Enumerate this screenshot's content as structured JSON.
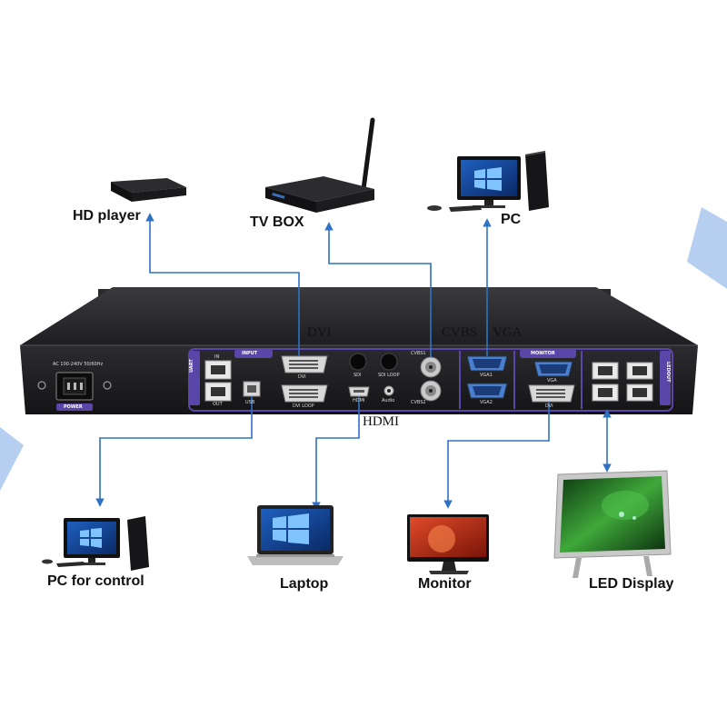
{
  "colors": {
    "connector": "#2f72c4",
    "chassis": "#1c1c1f",
    "chassis_top": "#2a2a2e",
    "panel": "#4a3a8c",
    "accent_triangle": "#8fb6e6"
  },
  "devices": {
    "hd_player": {
      "label": "HD player",
      "icon": "set-top-box-icon"
    },
    "tv_box": {
      "label": "TV BOX",
      "icon": "tv-box-antenna-icon"
    },
    "pc": {
      "label": "PC",
      "icon": "desktop-pc-icon"
    },
    "pc_control": {
      "label": "PC for control",
      "icon": "desktop-pc-icon"
    },
    "laptop": {
      "label": "Laptop",
      "icon": "laptop-icon"
    },
    "monitor": {
      "label": "Monitor",
      "icon": "monitor-icon"
    },
    "led_display": {
      "label": "LED Display",
      "icon": "led-display-icon"
    }
  },
  "ports": {
    "dvi": "DVI",
    "cvbs": "CVBS",
    "vga": "VGA",
    "hdmi": "HDMI"
  },
  "panel": {
    "power_spec": "AC 100-240V 50/60Hz",
    "power": "POWER",
    "uart": "UART",
    "uart_in": "IN",
    "uart_out": "OUT",
    "input": "INPUT",
    "usb": "USB",
    "dvi": "DVI",
    "dvi_loop": "DVI LOOP",
    "sdi": "SDI",
    "sdi_loop": "SDI LOOP",
    "hdmi": "HDMI",
    "audio": "Audio",
    "cvbs1": "CVBS1",
    "cvbs2": "CVBS2",
    "vga1": "VGA1",
    "vga2": "VGA2",
    "monitor": "MONITOR",
    "monitor_vga": "VGA",
    "monitor_dvi": "DVI",
    "ledout": "LEDOUT"
  }
}
